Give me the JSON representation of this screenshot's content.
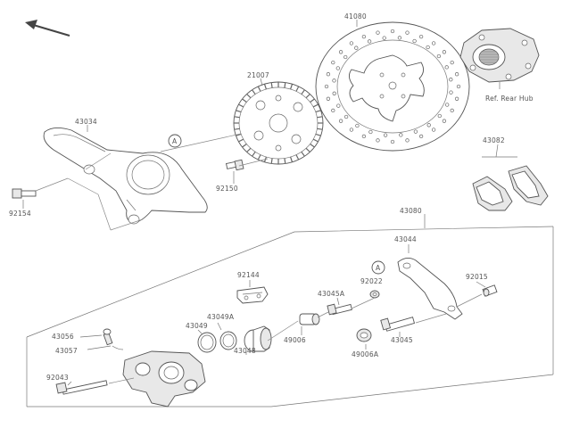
{
  "diagram": {
    "title": "",
    "labels": {
      "rotor": "41080",
      "rear_hub_ref": "Ref. Rear Hub",
      "sensor_ring": "21007",
      "caliper_bracket": "43034",
      "pads": "43082",
      "bolt_92150": "92150",
      "bolt_92154": "92154",
      "caliper_assy": "43080",
      "holder": "43044",
      "spring_92144": "92144",
      "washer_92022": "92022",
      "pin_92015": "92015",
      "pin_43045a": "43045A",
      "boot_43049a": "43049A",
      "seal_43049": "43049",
      "piston_43048": "43048",
      "cap_49006": "49006",
      "boot_49006a": "49006A",
      "pin_43045": "43045",
      "valve_43056": "43056",
      "cap_43057": "43057",
      "bolt_92043": "92043",
      "ref_a1": "A",
      "ref_a2": "A"
    }
  }
}
